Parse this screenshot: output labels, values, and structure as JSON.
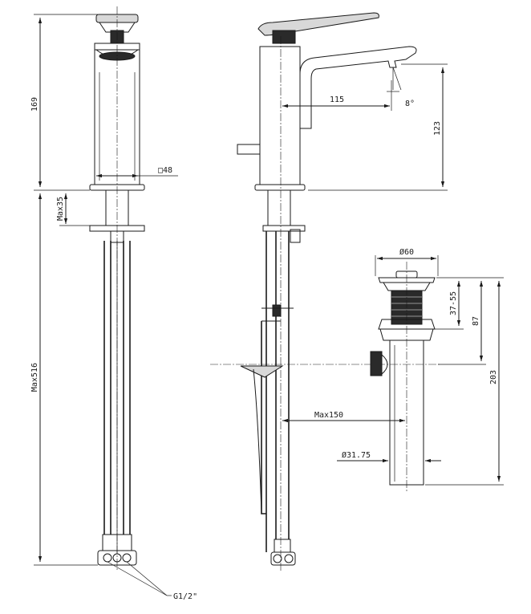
{
  "drawing": {
    "front_view": {
      "dim_height_top": "169",
      "dim_body_square": "□48",
      "dim_mount_max": "Max35",
      "dim_supply_length": "Max516",
      "thread_note": "G1/2\""
    },
    "side_view": {
      "dim_reach": "115",
      "dim_spout_height": "123",
      "dim_angle": "8°"
    },
    "drain_view": {
      "dim_flange_dia": "Ø60",
      "dim_thickness_range": "37-55",
      "dim_top_to_tee": "87",
      "dim_total_length": "203",
      "dim_lever_reach": "Max150",
      "dim_tail_dia": "Ø31.75"
    }
  }
}
